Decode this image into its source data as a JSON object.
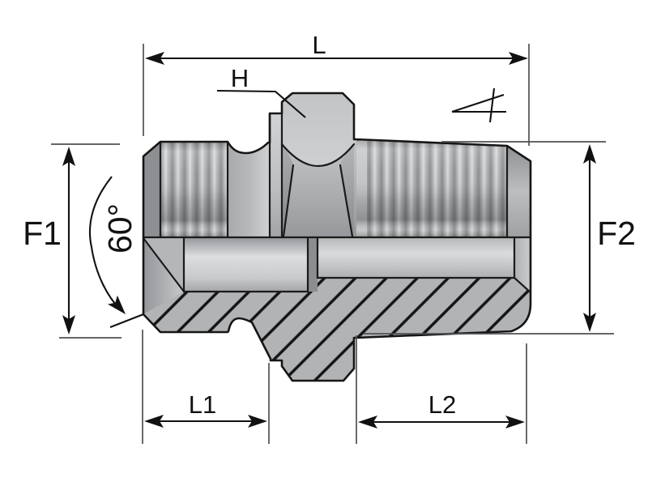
{
  "drawing": {
    "type": "technical-drawing-half-section",
    "subject": "male adapter fitting with hex, straight thread and taper thread",
    "background": "#ffffff",
    "line_color": "#111111",
    "body_color": "#b4b6b8",
    "hatch_color": "#b1b3b5",
    "labels": {
      "overall_length": "L",
      "hex_size": "H",
      "cone_angle": "60°",
      "left_diameter": "F1",
      "right_diameter": "F2",
      "left_length": "L1",
      "right_length": "L2"
    }
  }
}
